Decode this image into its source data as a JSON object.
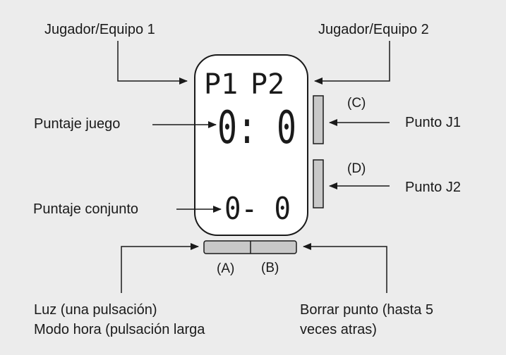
{
  "labels": {
    "player1": "Jugador/Equipo 1",
    "player2": "Jugador/Equipo 2",
    "game_score": "Puntaje juego",
    "set_score": "Puntaje conjunto",
    "point_j1": "Punto J1",
    "point_j2": "Punto J2",
    "light_line1": "Luz (una pulsación)",
    "light_line2": "Modo hora (pulsación larga",
    "erase_line1": "Borrar punto (hasta 5",
    "erase_line2": "veces atras)"
  },
  "buttons": {
    "a": "(A)",
    "b": "(B)",
    "c": "(C)",
    "d": "(D)"
  },
  "display": {
    "p1": "P1",
    "p2": "P2",
    "game": "0: 0",
    "set": "0- 0"
  },
  "colors": {
    "background": "#ececec",
    "button_fill": "#c8c8c8",
    "device_fill": "#ffffff",
    "stroke": "#1a1a1a"
  }
}
